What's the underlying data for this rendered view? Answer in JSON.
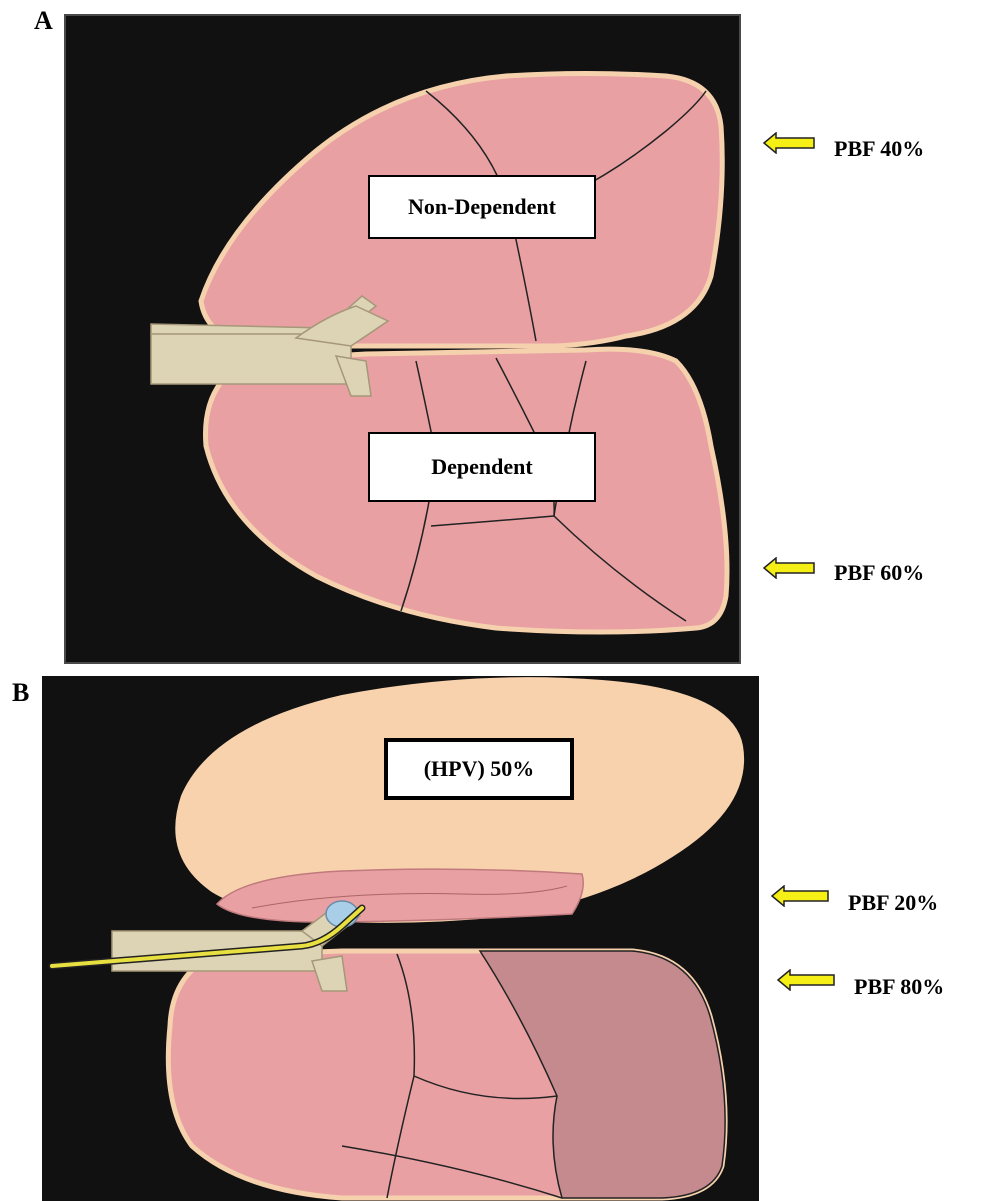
{
  "panels": [
    {
      "letter": "A",
      "labels": {
        "upper": "Non-Dependent",
        "lower": "Dependent"
      },
      "pbf": [
        {
          "text": "PBF 40%"
        },
        {
          "text": "PBF 60%"
        }
      ]
    },
    {
      "letter": "B",
      "labels": {
        "upper": "(HPV) 50%"
      },
      "pbf": [
        {
          "text": "PBF 20%"
        },
        {
          "text": "PBF 80%"
        }
      ]
    }
  ],
  "colors": {
    "lung": "#e8a0a3",
    "lung_dark": "#c48a8d",
    "pleura": "#f6d1ad",
    "collapsed_space": "#f8d2ad",
    "background": "#111111",
    "airway": "#ddd3b5",
    "tube": "#e8e040",
    "cuff": "#a9cfe8",
    "arrow_fill": "#f6ef16"
  },
  "icons": [
    "arrow-left-icon"
  ]
}
